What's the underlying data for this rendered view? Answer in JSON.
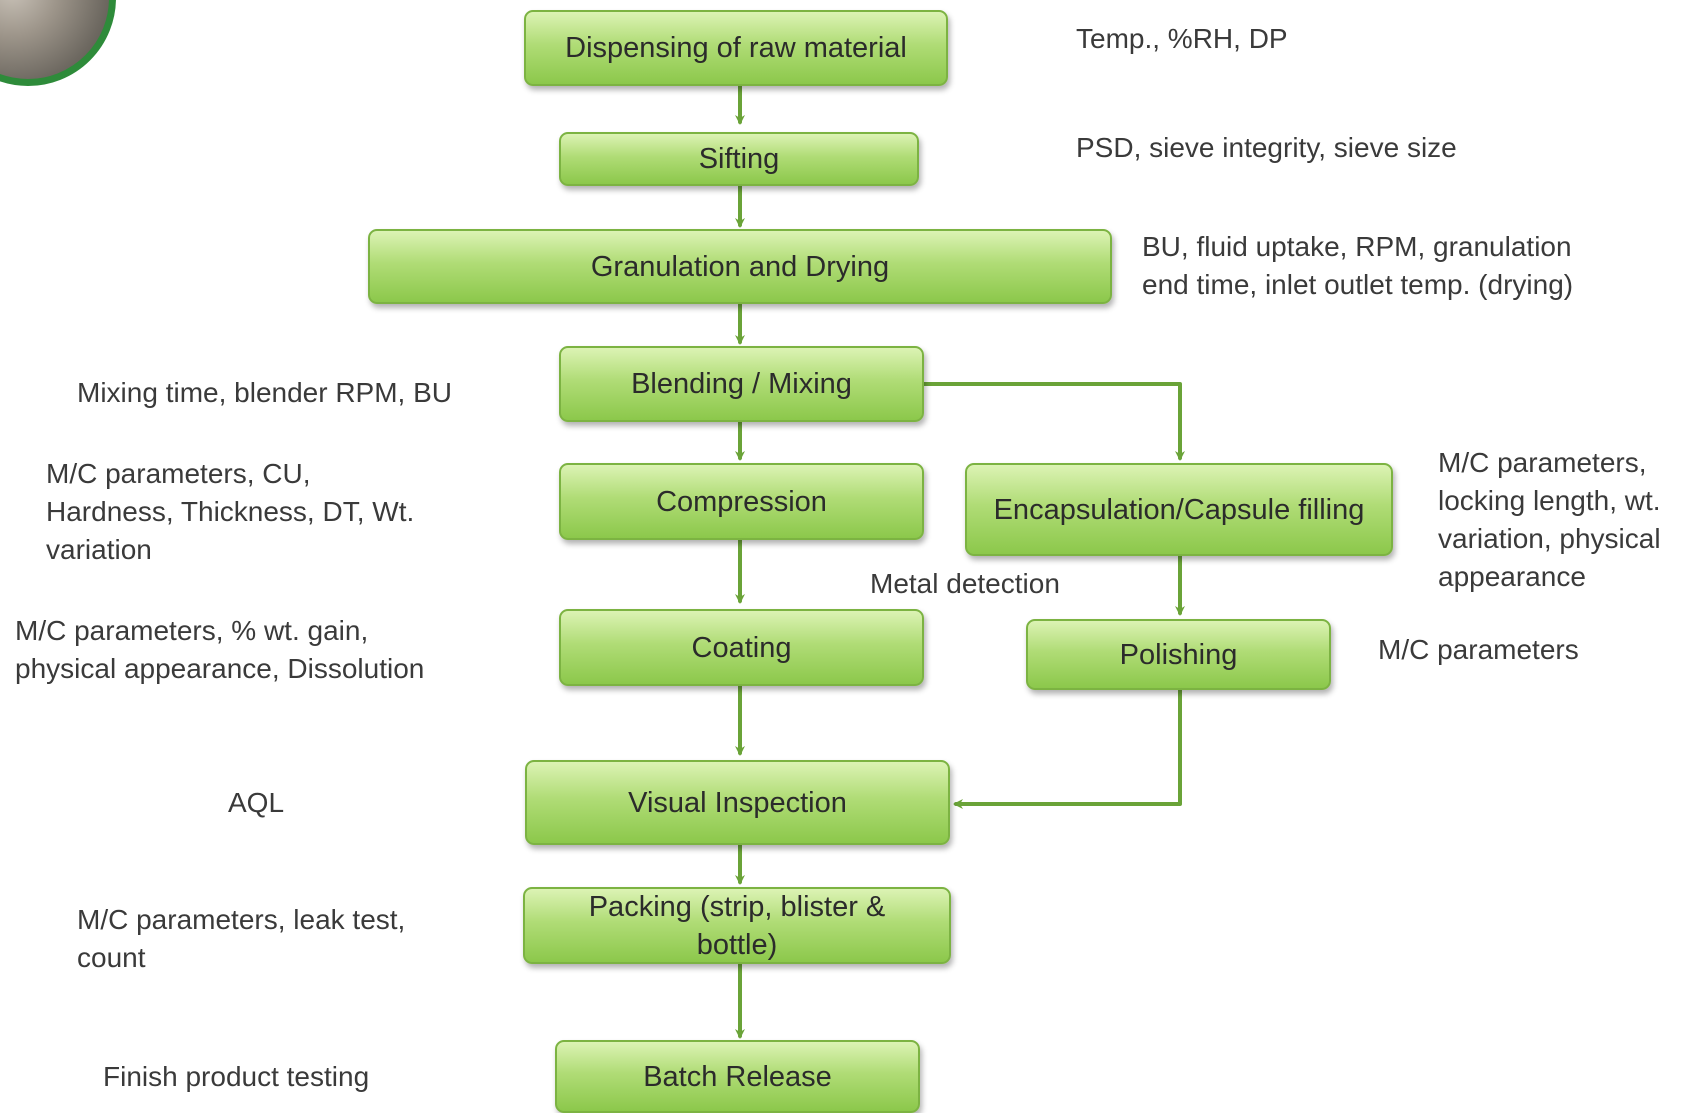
{
  "logo": {
    "kind": "image-photo",
    "border_color": "#2e8b3a"
  },
  "steps": {
    "dispensing": "Dispensing of raw material",
    "sifting": "Sifting",
    "granulation": "Granulation and Drying",
    "blending": "Blending / Mixing",
    "compression": "Compression",
    "encapsulation": "Encapsulation/Capsule filling",
    "coating": "Coating",
    "polishing": "Polishing",
    "visual_inspection": "Visual Inspection",
    "packing": "Packing (strip, blister & bottle)",
    "batch_release": "Batch Release"
  },
  "notes": {
    "dispensing": "Temp., %RH, DP",
    "sifting": "PSD, sieve integrity, sieve size",
    "granulation": "BU, fluid uptake, RPM, granulation\nend time, inlet outlet temp. (drying)",
    "blending": "Mixing time, blender RPM, BU",
    "compression": "M/C parameters, CU,\nHardness, Thickness, DT, Wt.\nvariation",
    "encapsulation": "M/C parameters,\nlocking length, wt.\nvariation, physical\nappearance",
    "metal_detection": "Metal detection",
    "coating": "M/C parameters, % wt. gain,\nphysical appearance, Dissolution",
    "polishing": "M/C parameters",
    "visual_inspection": "AQL",
    "packing": "M/C parameters, leak test,\ncount",
    "batch_release": "Finish product testing"
  },
  "colors": {
    "box_fill_top": "#dcf3b4",
    "box_fill_bottom": "#8cc84b",
    "box_border": "#7cb342",
    "arrow": "#6aa338"
  }
}
